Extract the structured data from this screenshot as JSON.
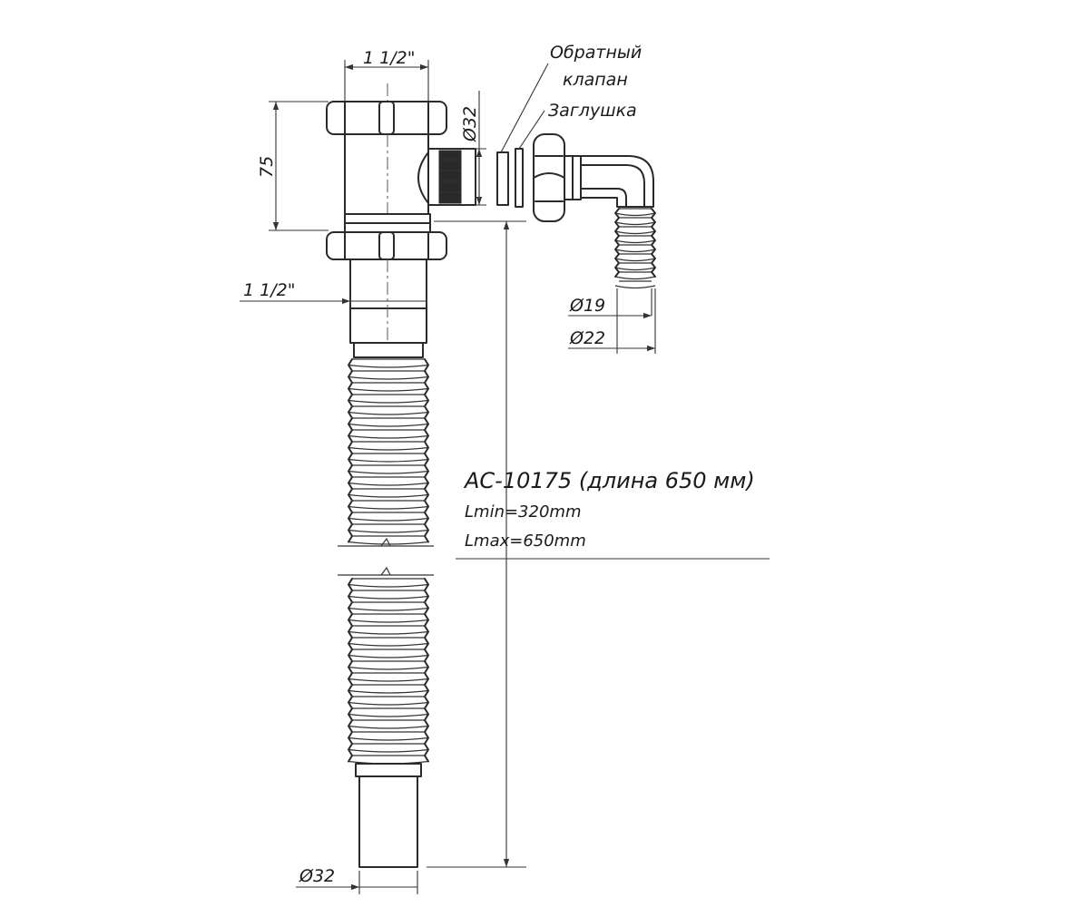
{
  "labels": {
    "check_valve_line1": "Обратный",
    "check_valve_line2": "клапан",
    "plug": "Заглушка",
    "dim_top_thread": "1 1/2\"",
    "dim_side_thread": "1 1/2\"",
    "dim_height": "75",
    "dim_outlet": "Ø32",
    "dim_hose_inner": "Ø19",
    "dim_hose_outer": "Ø22",
    "dim_bottom": "Ø32"
  },
  "spec": {
    "model": "AC-10175  (длина 650 мм)",
    "lmin": "Lmin=320mm",
    "lmax": "Lmax=650mm"
  },
  "colors": {
    "line": "#2a2a2a",
    "background": "#ffffff"
  }
}
